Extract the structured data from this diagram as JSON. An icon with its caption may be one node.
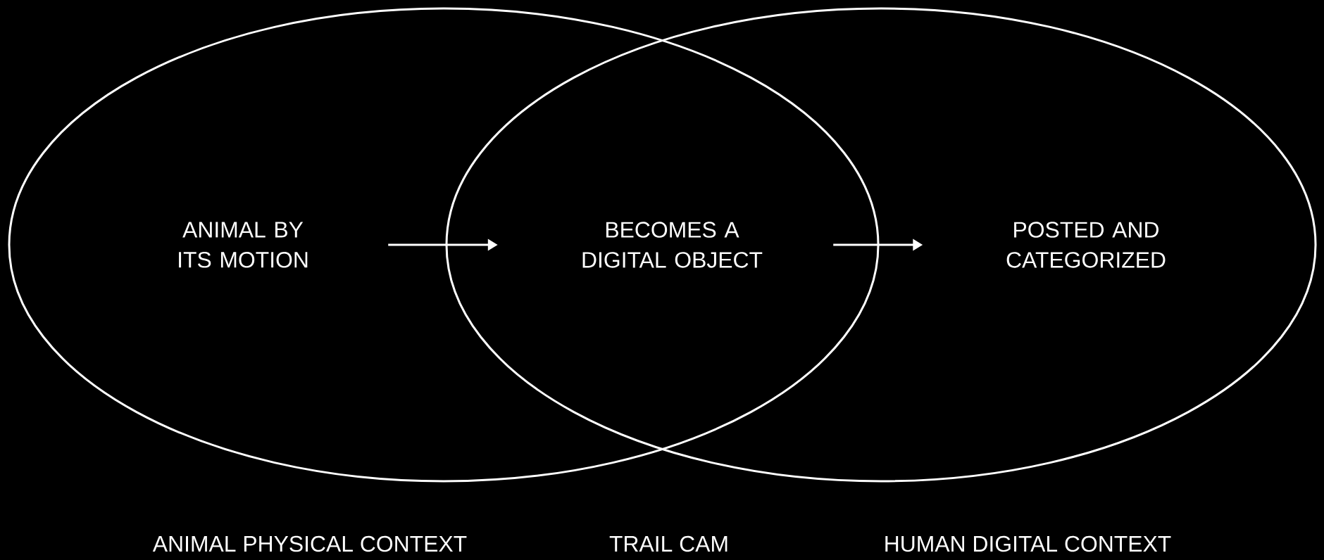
{
  "diagram": {
    "nodes": [
      {
        "text": [],
        "shape": "ellipse"
      },
      {
        "text": [],
        "shape": "ellipse"
      },
      {
        "text": [
          "ANIMAL BY ITS MOTION"
        ],
        "in": 0
      },
      {
        "text": [
          "BECOMES A DIGITAL OBJECT"
        ]
      },
      {
        "text": [
          "POSTED AND CATEGORIZED"
        ],
        "in": 1
      }
    ],
    "edges": [
      {
        "from": 2,
        "to": 3,
        "arrow": "to"
      },
      {
        "from": 3,
        "to": 4,
        "arrow": "to"
      }
    ],
    "labels": [
      "ANIMAL PHYSICAL CONTEXT",
      "TRAIL CAM",
      "HUMAN DIGITAL CONTEXT"
    ]
  }
}
